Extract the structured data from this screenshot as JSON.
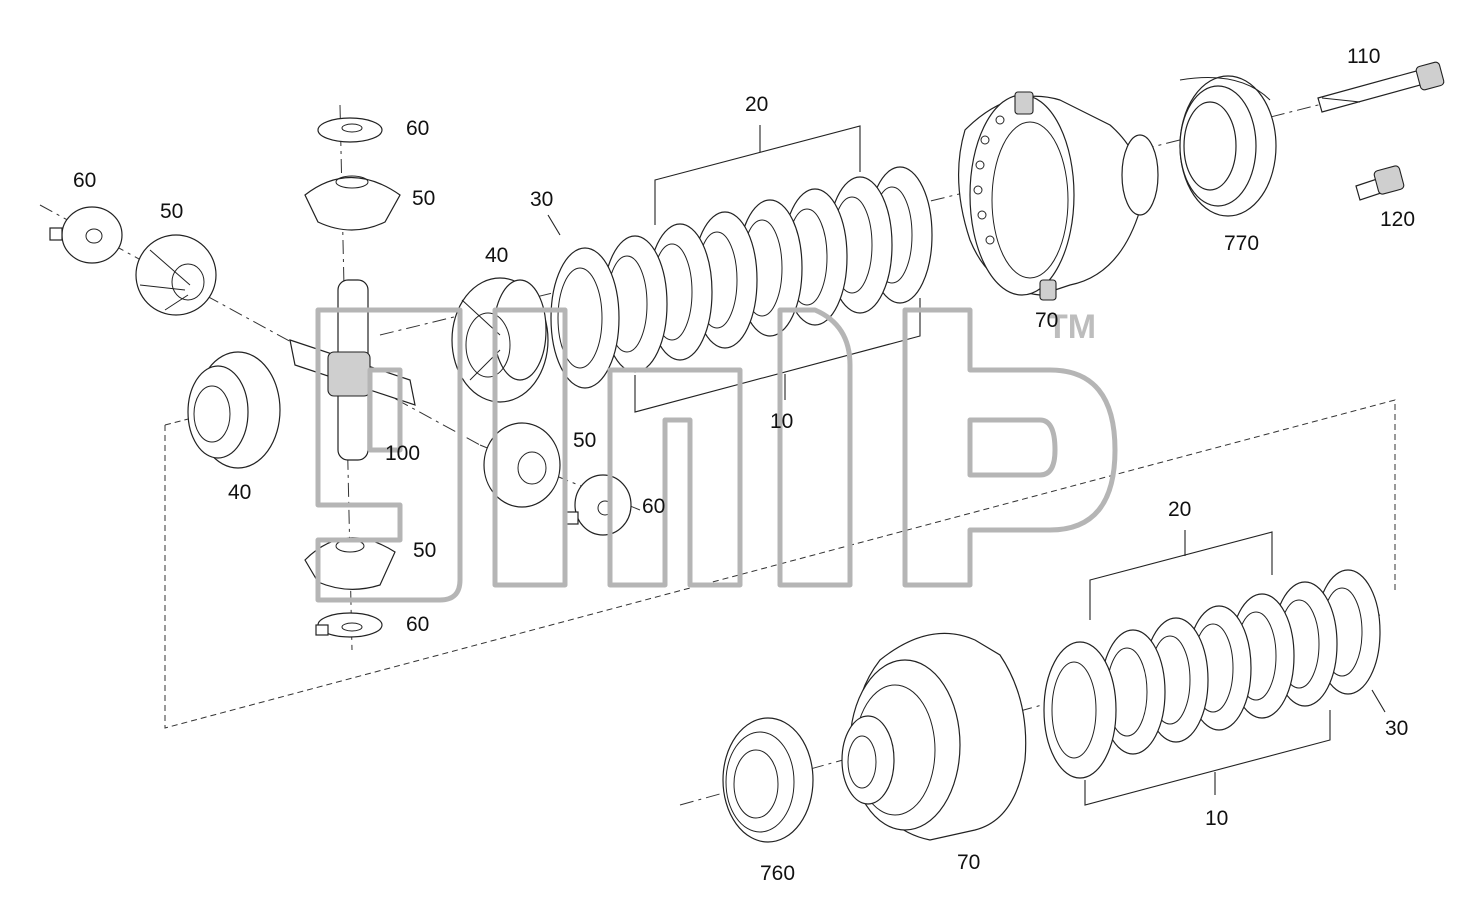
{
  "watermark": {
    "tm": "TM"
  },
  "labels": {
    "l110": "110",
    "l120": "120",
    "l770": "770",
    "l70_top": "70",
    "l20_top": "20",
    "l30_top": "30",
    "l40_gear": "40",
    "l40_left": "40",
    "l10_top": "10",
    "l60_top": "60",
    "l50_top": "50",
    "l60_left": "60",
    "l50_left": "50",
    "l50_mid": "50",
    "l100": "100",
    "l60_mid": "60",
    "l50_bot": "50",
    "l60_bot": "60",
    "l20_bot": "20",
    "l30_bot": "30",
    "l10_bot": "10",
    "l760": "760",
    "l70_bot": "70"
  },
  "colors": {
    "line": "#222222",
    "watermark": "#b5b5b5",
    "background": "#ffffff"
  }
}
